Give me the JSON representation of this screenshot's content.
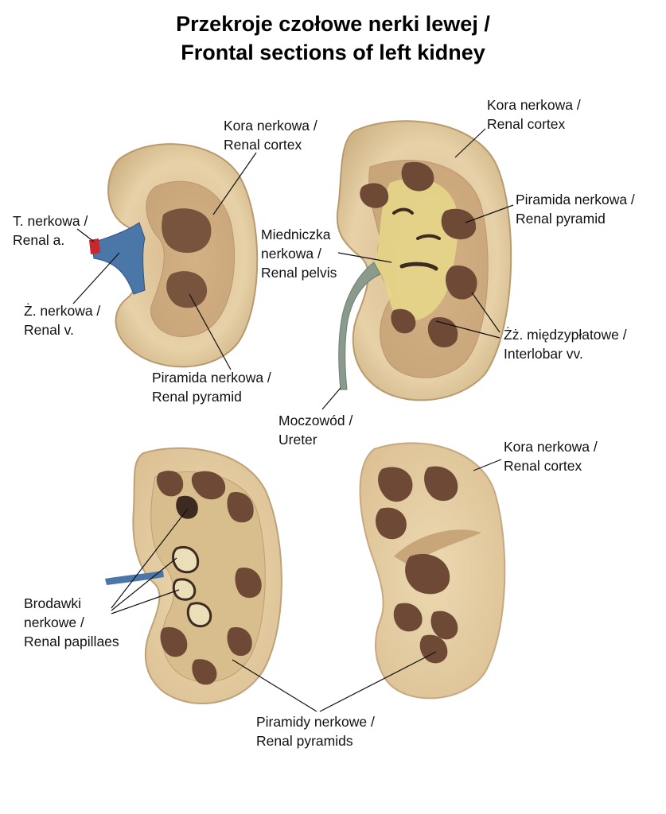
{
  "title": {
    "line1": "Przekroje czołowe nerki lewej /",
    "line2": "Frontal sections of left kidney"
  },
  "labels": {
    "kora_1": {
      "pl": "Kora nerkowa /",
      "en": "Renal cortex"
    },
    "kora_2": {
      "pl": "Kora nerkowa /",
      "en": "Renal cortex"
    },
    "kora_3": {
      "pl": "Kora nerkowa /",
      "en": "Renal cortex"
    },
    "tetnica": {
      "pl": "T. nerkowa /",
      "en": "Renal a."
    },
    "zyla": {
      "pl": "Ż. nerkowa /",
      "en": "Renal v."
    },
    "piramida_1": {
      "pl": "Piramida nerkowa /",
      "en": "Renal pyramid"
    },
    "piramida_2": {
      "pl": "Piramida nerkowa /",
      "en": "Renal pyramid"
    },
    "miedniczka": {
      "pl1": "Miedniczka",
      "pl2": "nerkowa /",
      "en": "Renal pelvis"
    },
    "zyly_miedzyplatowe": {
      "pl": "Żż. międzypłatowe /",
      "en": "Interlobar vv."
    },
    "moczowod": {
      "pl": "Moczowód /",
      "en": "Ureter"
    },
    "brodawki": {
      "pl1": "Brodawki",
      "pl2": "nerkowe /",
      "en": "Renal papillaes"
    },
    "piramidy": {
      "pl": "Piramidy nerkowe /",
      "en": "Renal pyramids"
    }
  },
  "colors": {
    "cortex": "#e6cfa4",
    "cortex_edge": "#c9ad7e",
    "medulla": "#c8a77a",
    "pyramid": "#6e4a36",
    "pelvis_fat": "#e8d88a",
    "vein": "#4a76a8",
    "artery": "#c8272b",
    "ureter": "#8a9a8c",
    "leader": "#111111"
  }
}
